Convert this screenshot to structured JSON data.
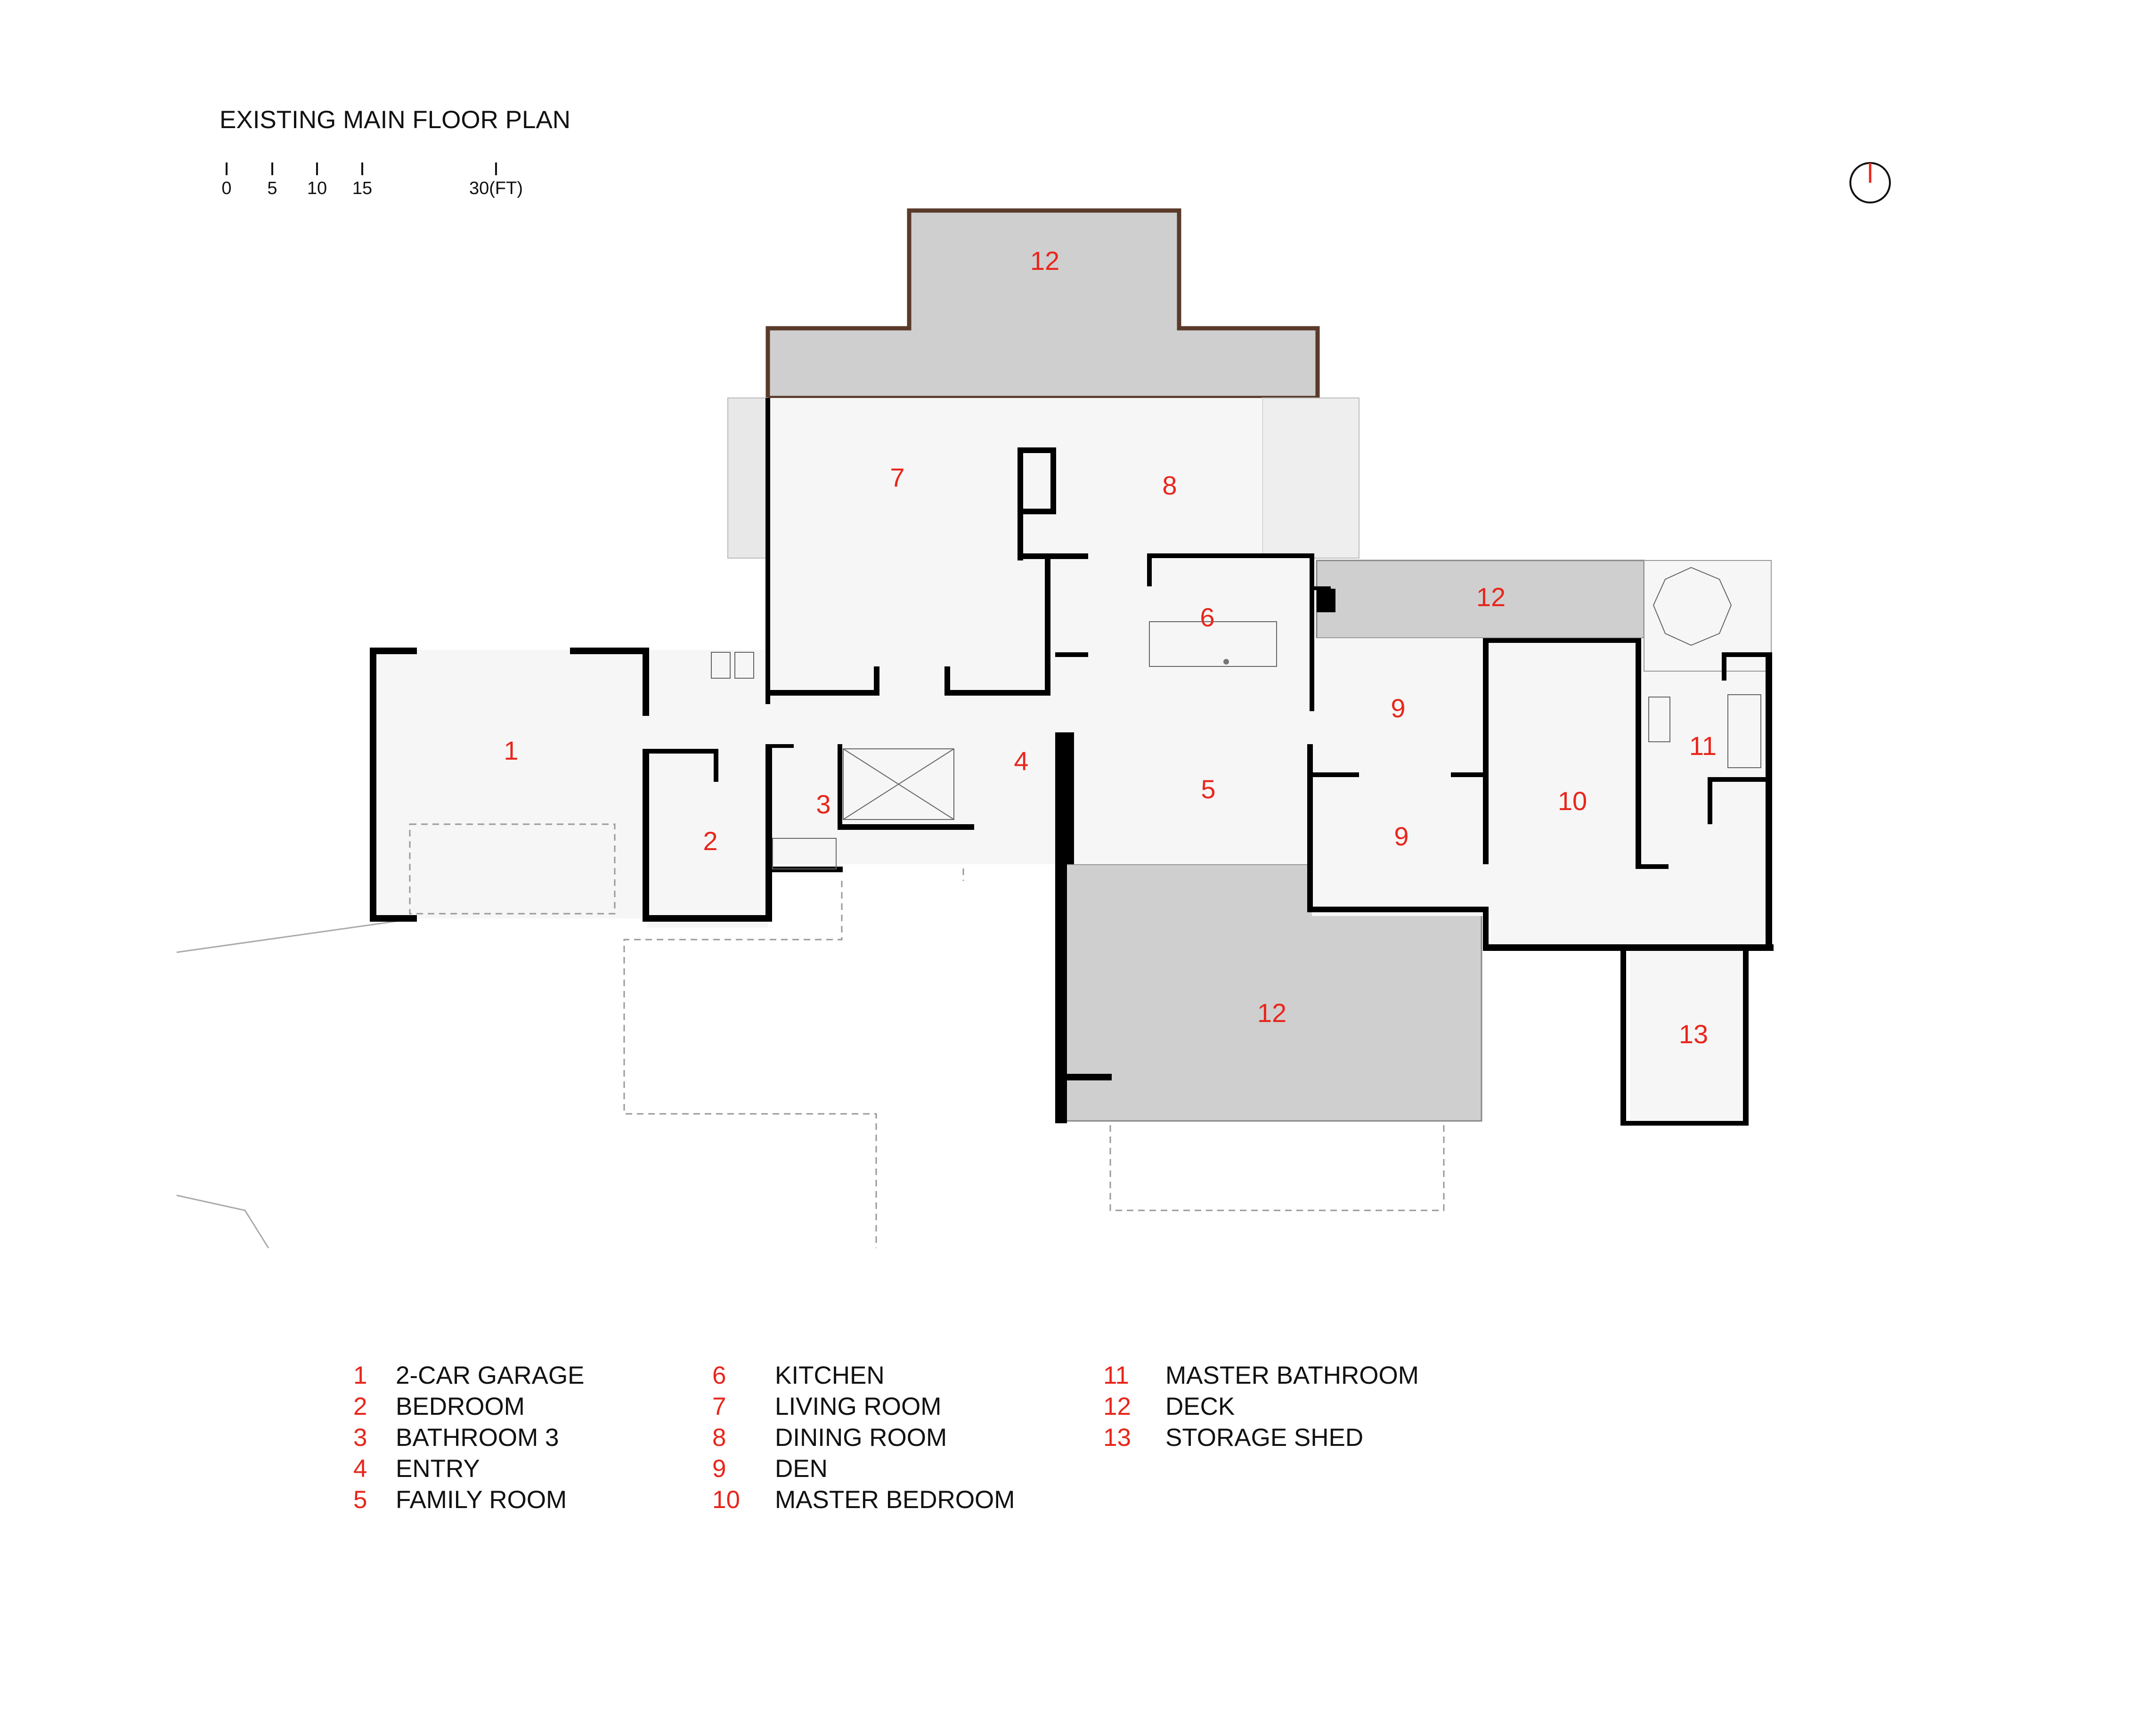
{
  "title": "EXISTING MAIN FLOOR PLAN",
  "scale_bar": {
    "ticks": [
      "0",
      "5",
      "10",
      "15",
      "30(FT)"
    ]
  },
  "colors": {
    "accent": "#e8261c",
    "deck": "#cfcfcf",
    "deck_edge": "#5a3a2a",
    "wall": "#000000"
  },
  "icons": {
    "north_arrow": "north-arrow-icon"
  },
  "rooms": [
    {
      "num": "1"
    },
    {
      "num": "2"
    },
    {
      "num": "3"
    },
    {
      "num": "4"
    },
    {
      "num": "5"
    },
    {
      "num": "6"
    },
    {
      "num": "7"
    },
    {
      "num": "8"
    },
    {
      "num": "9"
    },
    {
      "num": "9"
    },
    {
      "num": "10"
    },
    {
      "num": "11"
    },
    {
      "num": "12"
    },
    {
      "num": "12"
    },
    {
      "num": "12"
    },
    {
      "num": "13"
    }
  ],
  "legend": {
    "columns": [
      [
        {
          "num": "1",
          "label": "2-CAR GARAGE"
        },
        {
          "num": "2",
          "label": "BEDROOM"
        },
        {
          "num": "3",
          "label": "BATHROOM 3"
        },
        {
          "num": "4",
          "label": "ENTRY"
        },
        {
          "num": "5",
          "label": "FAMILY ROOM"
        }
      ],
      [
        {
          "num": "6",
          "label": "KITCHEN"
        },
        {
          "num": "7",
          "label": "LIVING ROOM"
        },
        {
          "num": "8",
          "label": "DINING ROOM"
        },
        {
          "num": "9",
          "label": "DEN"
        },
        {
          "num": "10",
          "label": "MASTER BEDROOM"
        }
      ],
      [
        {
          "num": "11",
          "label": "MASTER BATHROOM"
        },
        {
          "num": "12",
          "label": "DECK"
        },
        {
          "num": "13",
          "label": "STORAGE SHED"
        }
      ]
    ]
  }
}
